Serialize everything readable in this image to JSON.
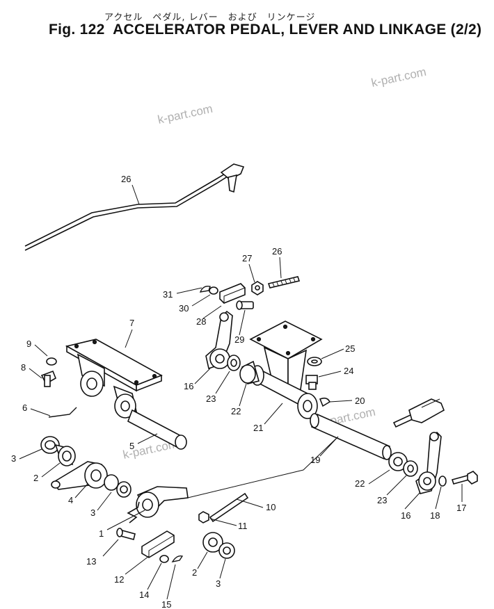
{
  "title": {
    "japanese": "アクセル　ペダル, レバー　および　リンケージ",
    "figure": "Fig. 122  ACCELERATOR PEDAL, LEVER AND LINKAGE (2/2)"
  },
  "watermarks": [
    "k-part.com",
    "k-part.com",
    "k-part.com",
    "k-part.com"
  ],
  "callouts": [
    "26",
    "27",
    "26",
    "31",
    "30",
    "28",
    "29",
    "7",
    "9",
    "8",
    "6",
    "16",
    "23",
    "22",
    "21",
    "25",
    "24",
    "20",
    "5",
    "19",
    "3",
    "2",
    "4",
    "3",
    "22",
    "23",
    "16",
    "18",
    "17",
    "10",
    "11",
    "1",
    "13",
    "12",
    "2",
    "3",
    "14",
    "15"
  ]
}
